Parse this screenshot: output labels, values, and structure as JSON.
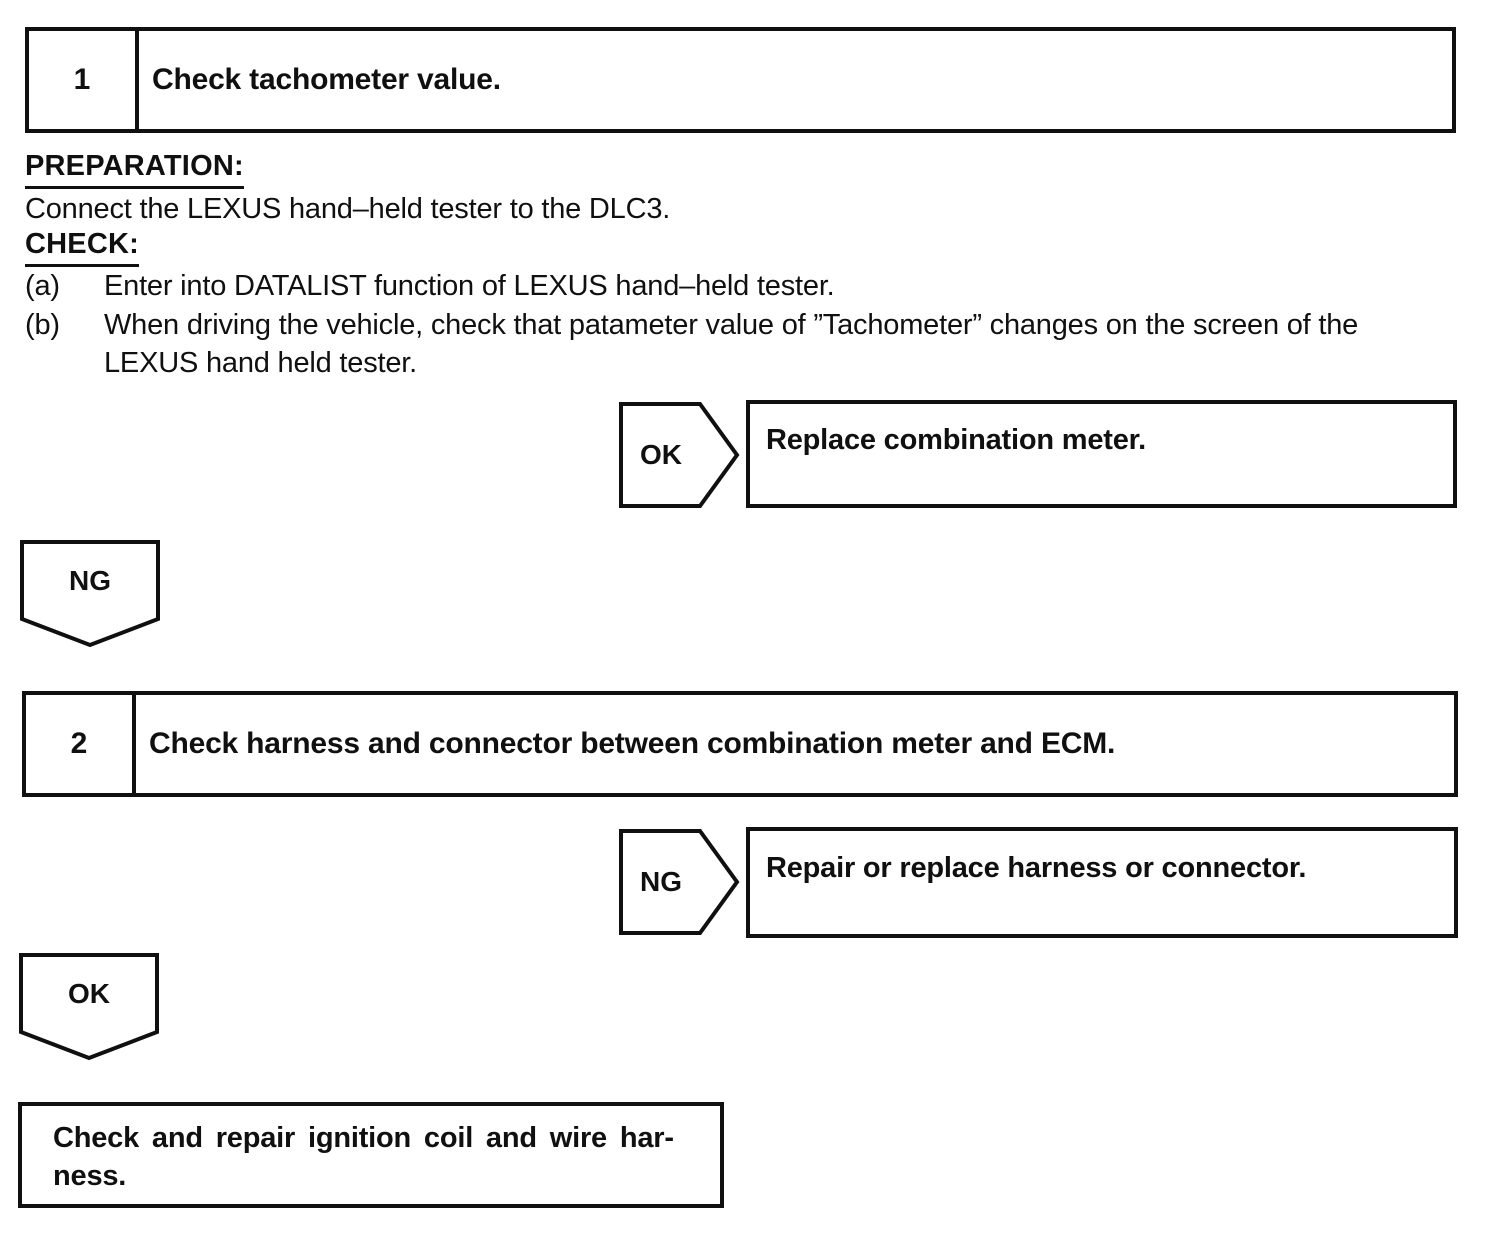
{
  "page": {
    "ink_color": "#101010",
    "background": "#ffffff"
  },
  "step1": {
    "number": "1",
    "title": "Check tachometer value."
  },
  "preparation": {
    "heading": "PREPARATION:",
    "body": "Connect the LEXUS hand–held tester to the DLC3."
  },
  "check": {
    "heading": "CHECK:",
    "items": [
      {
        "label": "(a)",
        "text": "Enter into DATALIST function of LEXUS hand–held tester."
      },
      {
        "label": "(b)",
        "text": "When driving the vehicle, check that patameter value of ”Tachometer” changes on the screen of the\nLEXUS hand held tester."
      }
    ]
  },
  "decision1": {
    "verdict": "OK",
    "action": "Replace combination meter."
  },
  "flow1": {
    "verdict": "NG"
  },
  "step2": {
    "number": "2",
    "title": "Check harness and connector between combination meter and ECM."
  },
  "decision2": {
    "verdict": "NG",
    "action": "Repair or replace harness or connector."
  },
  "flow2": {
    "verdict": "OK"
  },
  "result": {
    "action": "Check and repair ignition coil and wire har-\nness."
  }
}
